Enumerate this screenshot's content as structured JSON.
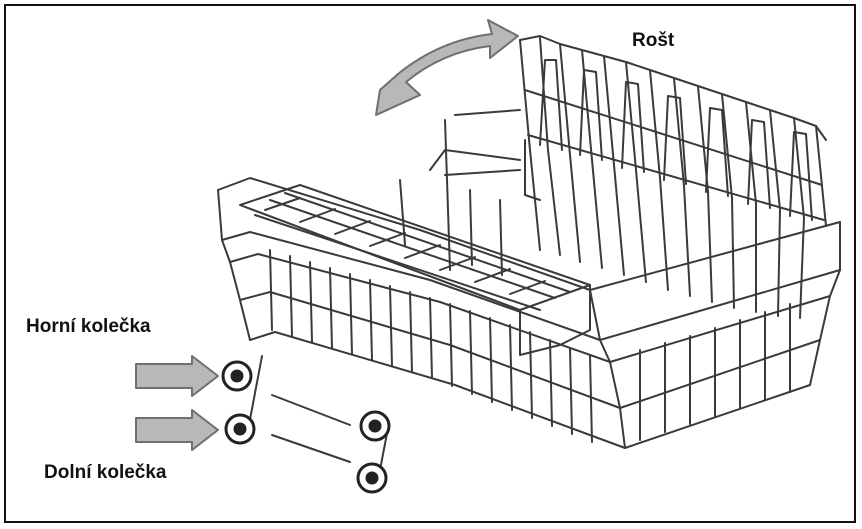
{
  "labels": {
    "rost": "Rošt",
    "upper_wheels": "Horní kolečka",
    "lower_wheels": "Dolní kolečka"
  },
  "colors": {
    "wire": "#3a3a3a",
    "arrow_fill": "#b8b8b8",
    "arrow_stroke": "#6f6f6f",
    "border": "#111111"
  },
  "icons": [
    "rotate-double-arrow-icon",
    "pointer-arrow-icon",
    "wheel-icon"
  ]
}
